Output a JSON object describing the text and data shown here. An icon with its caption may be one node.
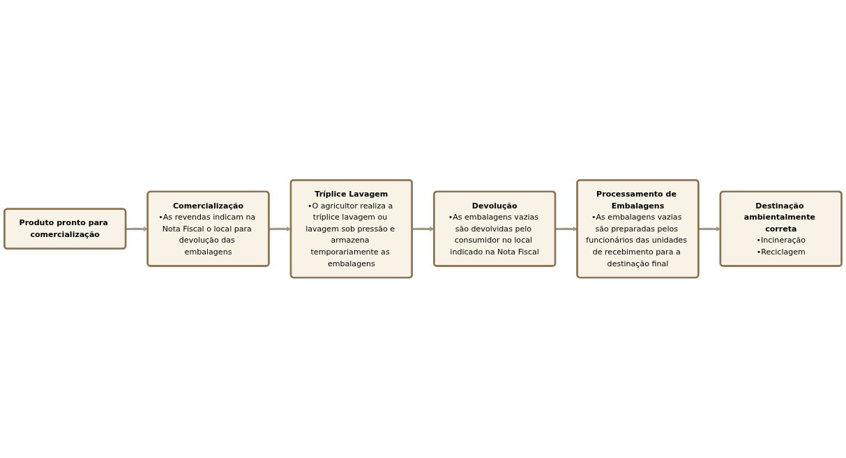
{
  "diagram": {
    "nodes": [
      {
        "text": [
          "Produto pronto para comercialização"
        ]
      },
      {
        "text": [
          "Comercialização",
          "•As revendas indicam na Nota Fiscal o local para devolução das embalagens"
        ]
      },
      {
        "text": [
          "Tríplice Lavagem",
          "•O agricultor realiza a tríplice lavagem ou lavagem sob pressão e armazena temporariamente as embalagens"
        ]
      },
      {
        "text": [
          "Devolução",
          "•As embalagens vazias são devolvidas pelo consumidor no local indicado na Nota Fiscal"
        ]
      },
      {
        "text": [
          "Processamento de Embalagens",
          "•As embalagens vazias são preparadas pelos funcionários das unidades de recebimento para a destinação final"
        ]
      },
      {
        "text": [
          "Destinação ambientalmente correta",
          "•Incineração",
          "•Reciclagem"
        ]
      }
    ],
    "edges": [
      {
        "from": 0,
        "to": 1,
        "arrow": "to"
      },
      {
        "from": 1,
        "to": 2,
        "arrow": "to"
      },
      {
        "from": 2,
        "to": 3,
        "arrow": "to"
      },
      {
        "from": 3,
        "to": 4,
        "arrow": "to"
      },
      {
        "from": 4,
        "to": 5,
        "arrow": "to"
      }
    ]
  }
}
